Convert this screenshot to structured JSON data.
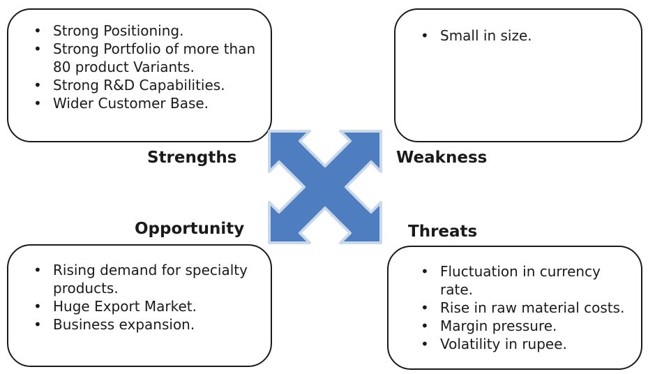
{
  "strengths": {
    "label": "Strengths",
    "items": [
      "Strong Positioning.",
      "Strong Portfolio of more than 80 product Variants.",
      "Strong R&D Capabilities.",
      "Wider Customer Base."
    ]
  },
  "weakness": {
    "label": "Weakness",
    "items": [
      "Small in size."
    ]
  },
  "opportunity": {
    "label": "Opportunity",
    "items": [
      "Rising demand for specialty products.",
      "Huge Export Market.",
      "Business expansion."
    ]
  },
  "threats": {
    "label": "Threats",
    "items": [
      "Fluctuation in currency rate.",
      "Rise in raw material costs.",
      "Margin pressure.",
      "Volatility in rupee."
    ]
  },
  "colors": {
    "arrow_fill": "#4f7ec0",
    "arrow_outline": "#c9d9ea",
    "border": "#1a1a1a"
  },
  "icons": {
    "center": "four-way-cross-arrow-icon"
  }
}
